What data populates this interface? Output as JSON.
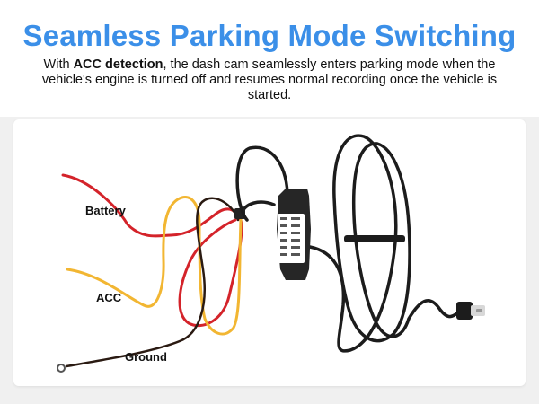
{
  "header": {
    "title": "Seamless Parking Mode Switching",
    "description_prefix": "With ",
    "description_bold": "ACC detection",
    "description_rest": ", the dash cam seamlessly enters parking mode when the vehicle's engine is turned off and resumes normal recording once the vehicle is started."
  },
  "diagram": {
    "labels": {
      "battery": "Battery",
      "acc": "ACC",
      "ground": "Ground"
    },
    "colors": {
      "battery_wire": "#d4232a",
      "acc_wire": "#f2b632",
      "ground_wire": "#2a1a12",
      "cable": "#1c1c1c",
      "title": "#3b8fe8"
    }
  }
}
